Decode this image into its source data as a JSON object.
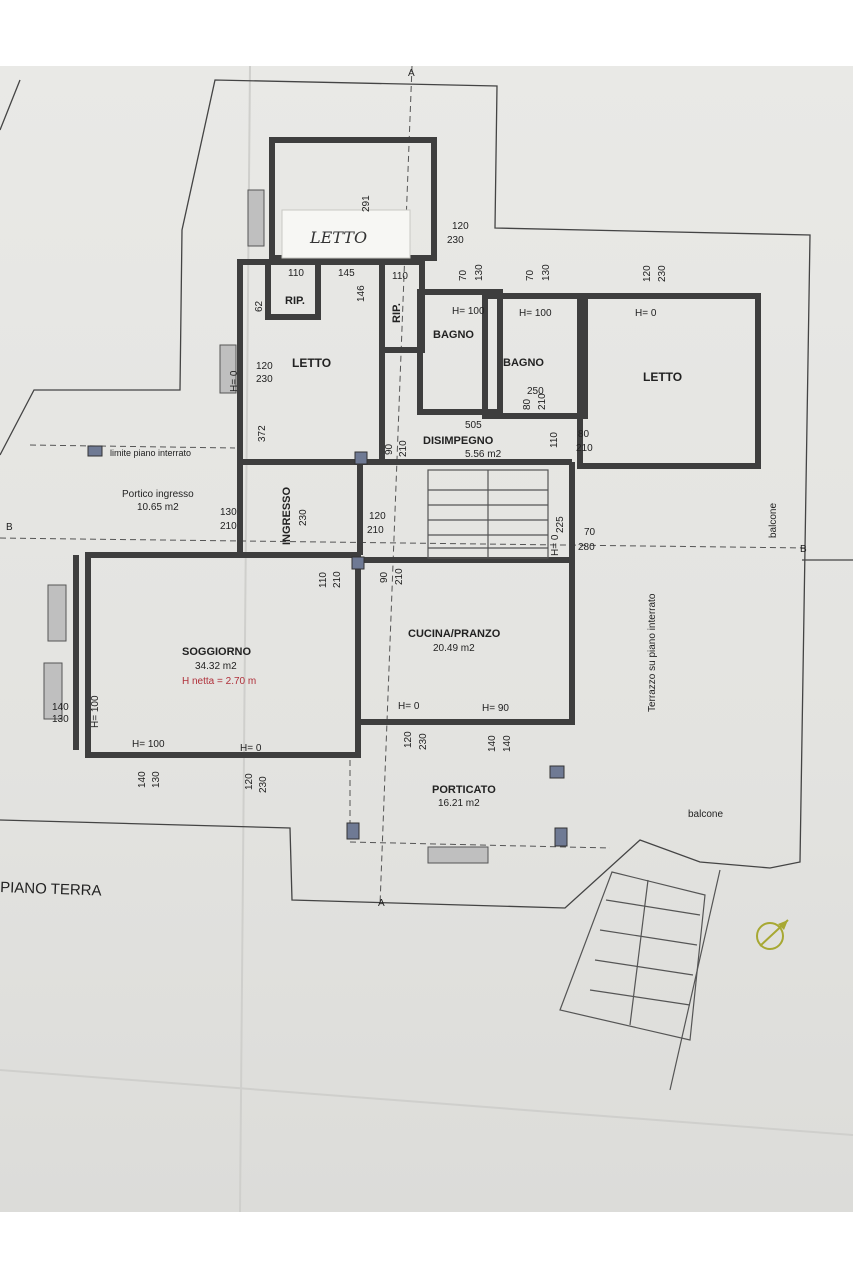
{
  "plan": {
    "title": "PIANO TERRA",
    "handwritten_note": "LETTO",
    "rooms": {
      "letto_ovest": "LETTO",
      "letto_est": "LETTO",
      "rip1": "RIP.",
      "rip2": "RIP.",
      "bagno1": "BAGNO",
      "bagno2": "BAGNO",
      "disimpegno": "DISIMPEGNO",
      "disimpegno_area": "5.56 m2",
      "ingresso": "INGRESSO",
      "portico_ingresso": "Portico ingresso",
      "portico_ingresso_area": "10.65 m2",
      "soggiorno": "SOGGIORNO",
      "soggiorno_area": "34.32 m2",
      "soggiorno_height": "H netta = 2.70 m",
      "cucina": "CUCINA/PRANZO",
      "cucina_area": "20.49 m2",
      "porticato": "PORTICATO",
      "porticato_area": "16.21 m2",
      "terrazzo": "Terrazzo su piano interrato",
      "balcone_1": "balcone",
      "balcone_2": "balcone",
      "limite": "limite piano interrato"
    },
    "section_marks": {
      "b_left": "B",
      "b_right": "B",
      "a_top": "A",
      "a_bottom": "A"
    },
    "dimensions": {
      "d_291": "291",
      "d_120_top": "120",
      "d_230_top": "230",
      "d_110_a": "110",
      "d_145": "145",
      "d_110_b": "110",
      "d_146": "146",
      "d_62": "62",
      "d_70_a": "70",
      "d_130_a": "130",
      "d_70_b": "70",
      "d_130_b": "130",
      "d_120_b": "120",
      "d_230_b": "230",
      "h100_a": "H= 100",
      "h100_b": "H= 100",
      "h0_a": "H= 0",
      "h0_west": "H= 0",
      "d_120_w": "120",
      "d_230_w": "230",
      "d_372": "372",
      "d_250": "250",
      "d_80_a": "80",
      "d_210_a": "210",
      "d_505": "505",
      "d_80_b": "80",
      "d_210_b": "210",
      "d_110_c": "110",
      "d_90_a": "90",
      "d_210_c": "210",
      "d_130_c": "130",
      "d_210_d": "210",
      "d_230_c": "230",
      "d_120_c": "120",
      "d_210_e": "210",
      "d_225": "225",
      "d_70_c": "70",
      "d_280": "280",
      "h0_b": "H= 0",
      "d_110_d": "110",
      "d_210_f": "210",
      "d_90_b": "90",
      "d_210_g": "210",
      "d_140_a": "140",
      "d_130_d": "130",
      "h100_c": "H= 100",
      "h100_d": "H= 100",
      "h0_c": "H= 0",
      "h0_d": "H= 0",
      "h90": "H= 90",
      "d_140_b": "140",
      "d_130_e": "130",
      "d_120_d": "120",
      "d_230_d": "230",
      "d_120_e": "120",
      "d_230_e": "230",
      "d_140_c": "140",
      "d_140_d": "140"
    }
  },
  "colors": {
    "paper": "#e6e6e3",
    "wall": "#3e3e3e",
    "pillar": "#6f7a94",
    "accent_red": "#b0303a",
    "north_arrow": "#a7a832"
  },
  "icons": {
    "north_arrow": "compass-north-icon"
  }
}
